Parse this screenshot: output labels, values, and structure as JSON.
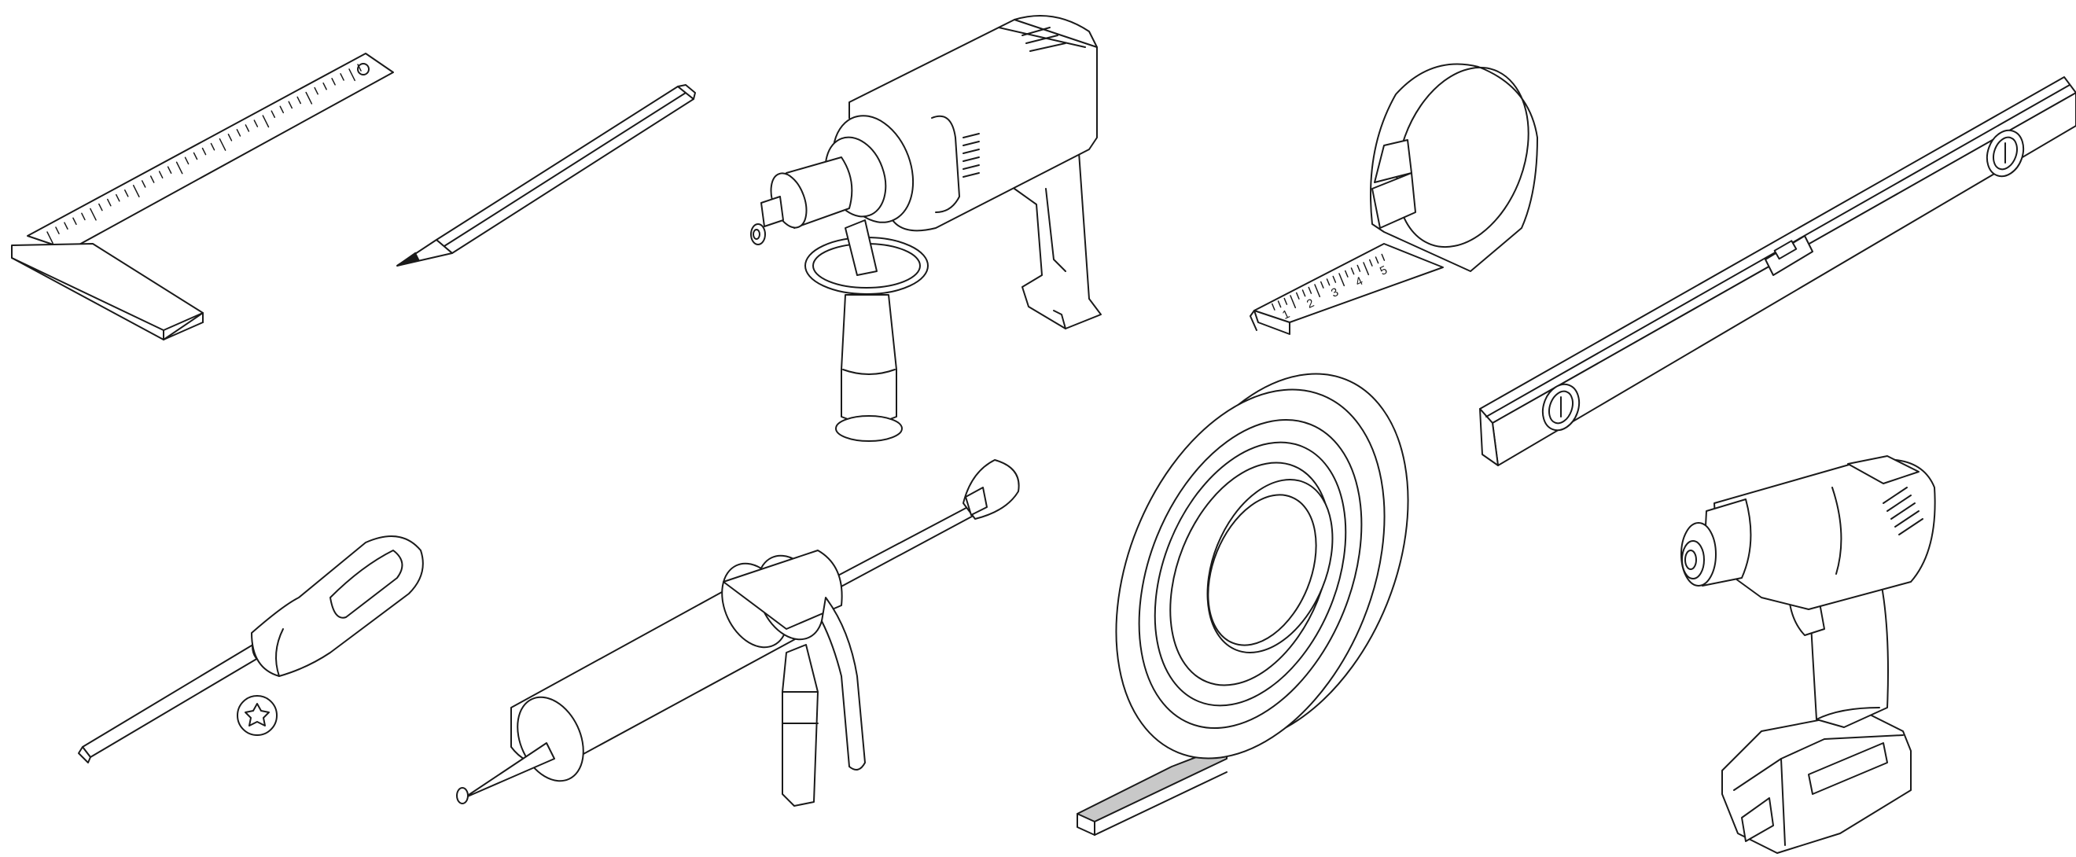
{
  "colors": {
    "line": "#1a1a1a",
    "background": "#ffffff",
    "tape": "#c8c8c8",
    "pencil_tip": "#1a1a1a"
  },
  "tape_measure": {
    "numbers": [
      "1",
      "2",
      "3",
      "4",
      "5"
    ]
  },
  "tools": [
    {
      "id": "try-square",
      "icon": "try-square-icon"
    },
    {
      "id": "pencil",
      "icon": "pencil-icon"
    },
    {
      "id": "hammer-drill",
      "icon": "hammer-drill-icon"
    },
    {
      "id": "tape-measure",
      "icon": "tape-measure-icon"
    },
    {
      "id": "spirit-level",
      "icon": "spirit-level-icon"
    },
    {
      "id": "torx-screwdriver",
      "icon": "torx-screwdriver-icon"
    },
    {
      "id": "caulking-gun",
      "icon": "caulking-gun-icon"
    },
    {
      "id": "tape-roll",
      "icon": "tape-roll-icon"
    },
    {
      "id": "cordless-drill",
      "icon": "cordless-drill-icon"
    }
  ]
}
